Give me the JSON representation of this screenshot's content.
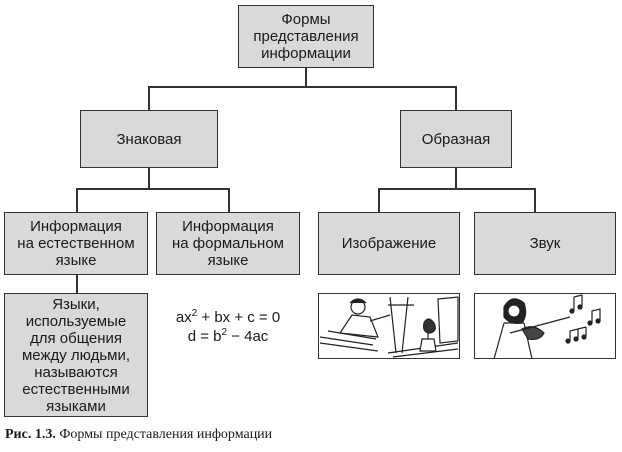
{
  "root": {
    "label": "Формы\nпредставления\nинформации"
  },
  "level1": [
    {
      "label": "Знаковая"
    },
    {
      "label": "Образная"
    }
  ],
  "level2": [
    {
      "label": "Информация\nна естественном\nязыке"
    },
    {
      "label": "Информация\nна формальном\nязыке"
    },
    {
      "label": "Изображение"
    },
    {
      "label": "Звук"
    }
  ],
  "level3": {
    "natural": "Языки,\nиспользуемые\nдля общения\nмежду людьми,\nназываются\nестественными\nязыками",
    "formula_line1": {
      "a": "ax",
      "exp": "2",
      "b": " + bx + c = 0"
    },
    "formula_line2": {
      "a": "d = b",
      "exp": "2",
      "b": " − 4ac"
    }
  },
  "caption": {
    "figure": "Рис. 1.3.",
    "text": "Формы представления информации"
  }
}
